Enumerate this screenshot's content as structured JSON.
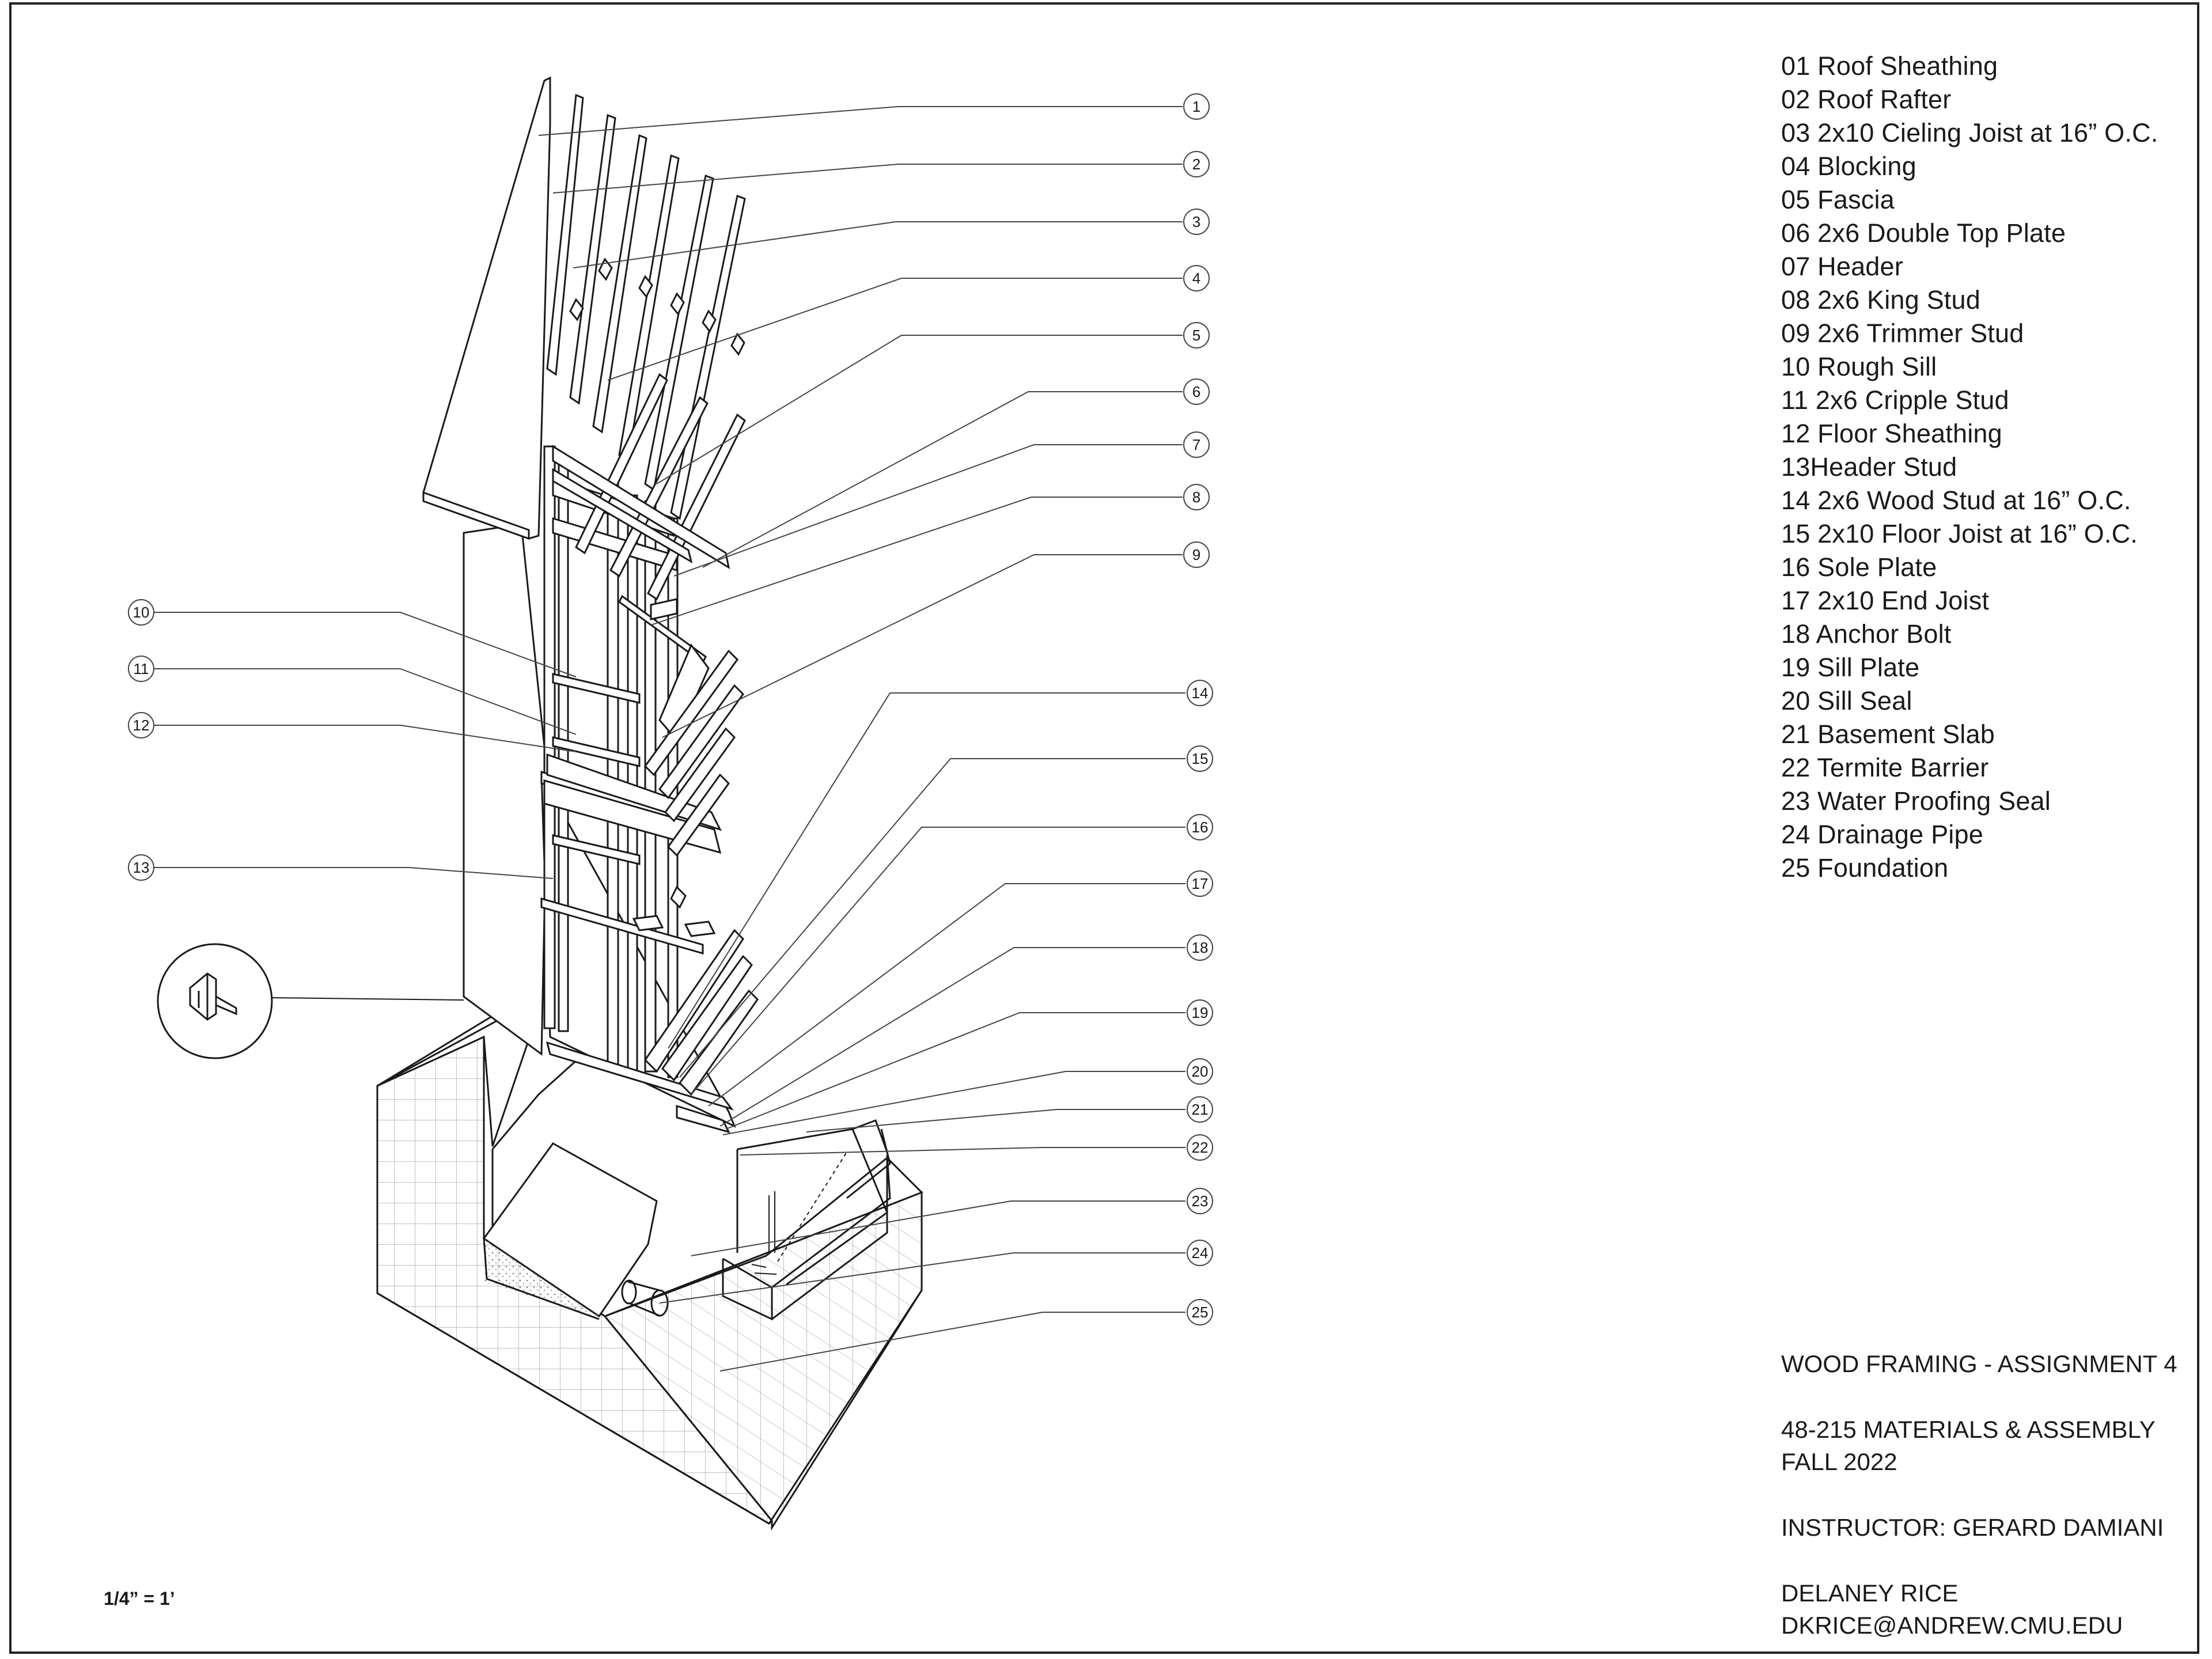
{
  "sheet": {
    "scale": "1/4” = 1’"
  },
  "legend": {
    "items": [
      "01 Roof Sheathing",
      "02 Roof Rafter",
      "03 2x10 Cieling Joist at 16” O.C.",
      "04 Blocking",
      "05 Fascia",
      "06 2x6 Double Top Plate",
      "07 Header",
      "08 2x6 King Stud",
      "09 2x6 Trimmer Stud",
      "10 Rough Sill",
      "11 2x6 Cripple Stud",
      "12 Floor Sheathing",
      "13Header Stud",
      "14 2x6 Wood Stud at 16” O.C.",
      "15 2x10 Floor Joist at 16” O.C.",
      "16 Sole Plate",
      "17 2x10 End Joist",
      "18 Anchor Bolt",
      "19 Sill Plate",
      "20 Sill Seal",
      "21 Basement Slab",
      "22 Termite Barrier",
      "23 Water Proofing Seal",
      "24 Drainage Pipe",
      "25 Foundation"
    ]
  },
  "callouts": [
    "1",
    "2",
    "3",
    "4",
    "5",
    "6",
    "7",
    "8",
    "9",
    "10",
    "11",
    "12",
    "13",
    "14",
    "15",
    "16",
    "17",
    "18",
    "19",
    "20",
    "21",
    "22",
    "23",
    "24",
    "25"
  ],
  "title_block": {
    "title": "WOOD FRAMING - ASSIGNMENT 4",
    "course": "48-215 MATERIALS & ASSEMBLY",
    "term": "FALL 2022",
    "instructor": "INSTRUCTOR: GERARD DAMIANI",
    "author": "DELANEY RICE",
    "email": "DKRICE@ANDREW.CMU.EDU"
  },
  "colors": {
    "ink": "#1a1a1a",
    "paper": "#ffffff"
  }
}
